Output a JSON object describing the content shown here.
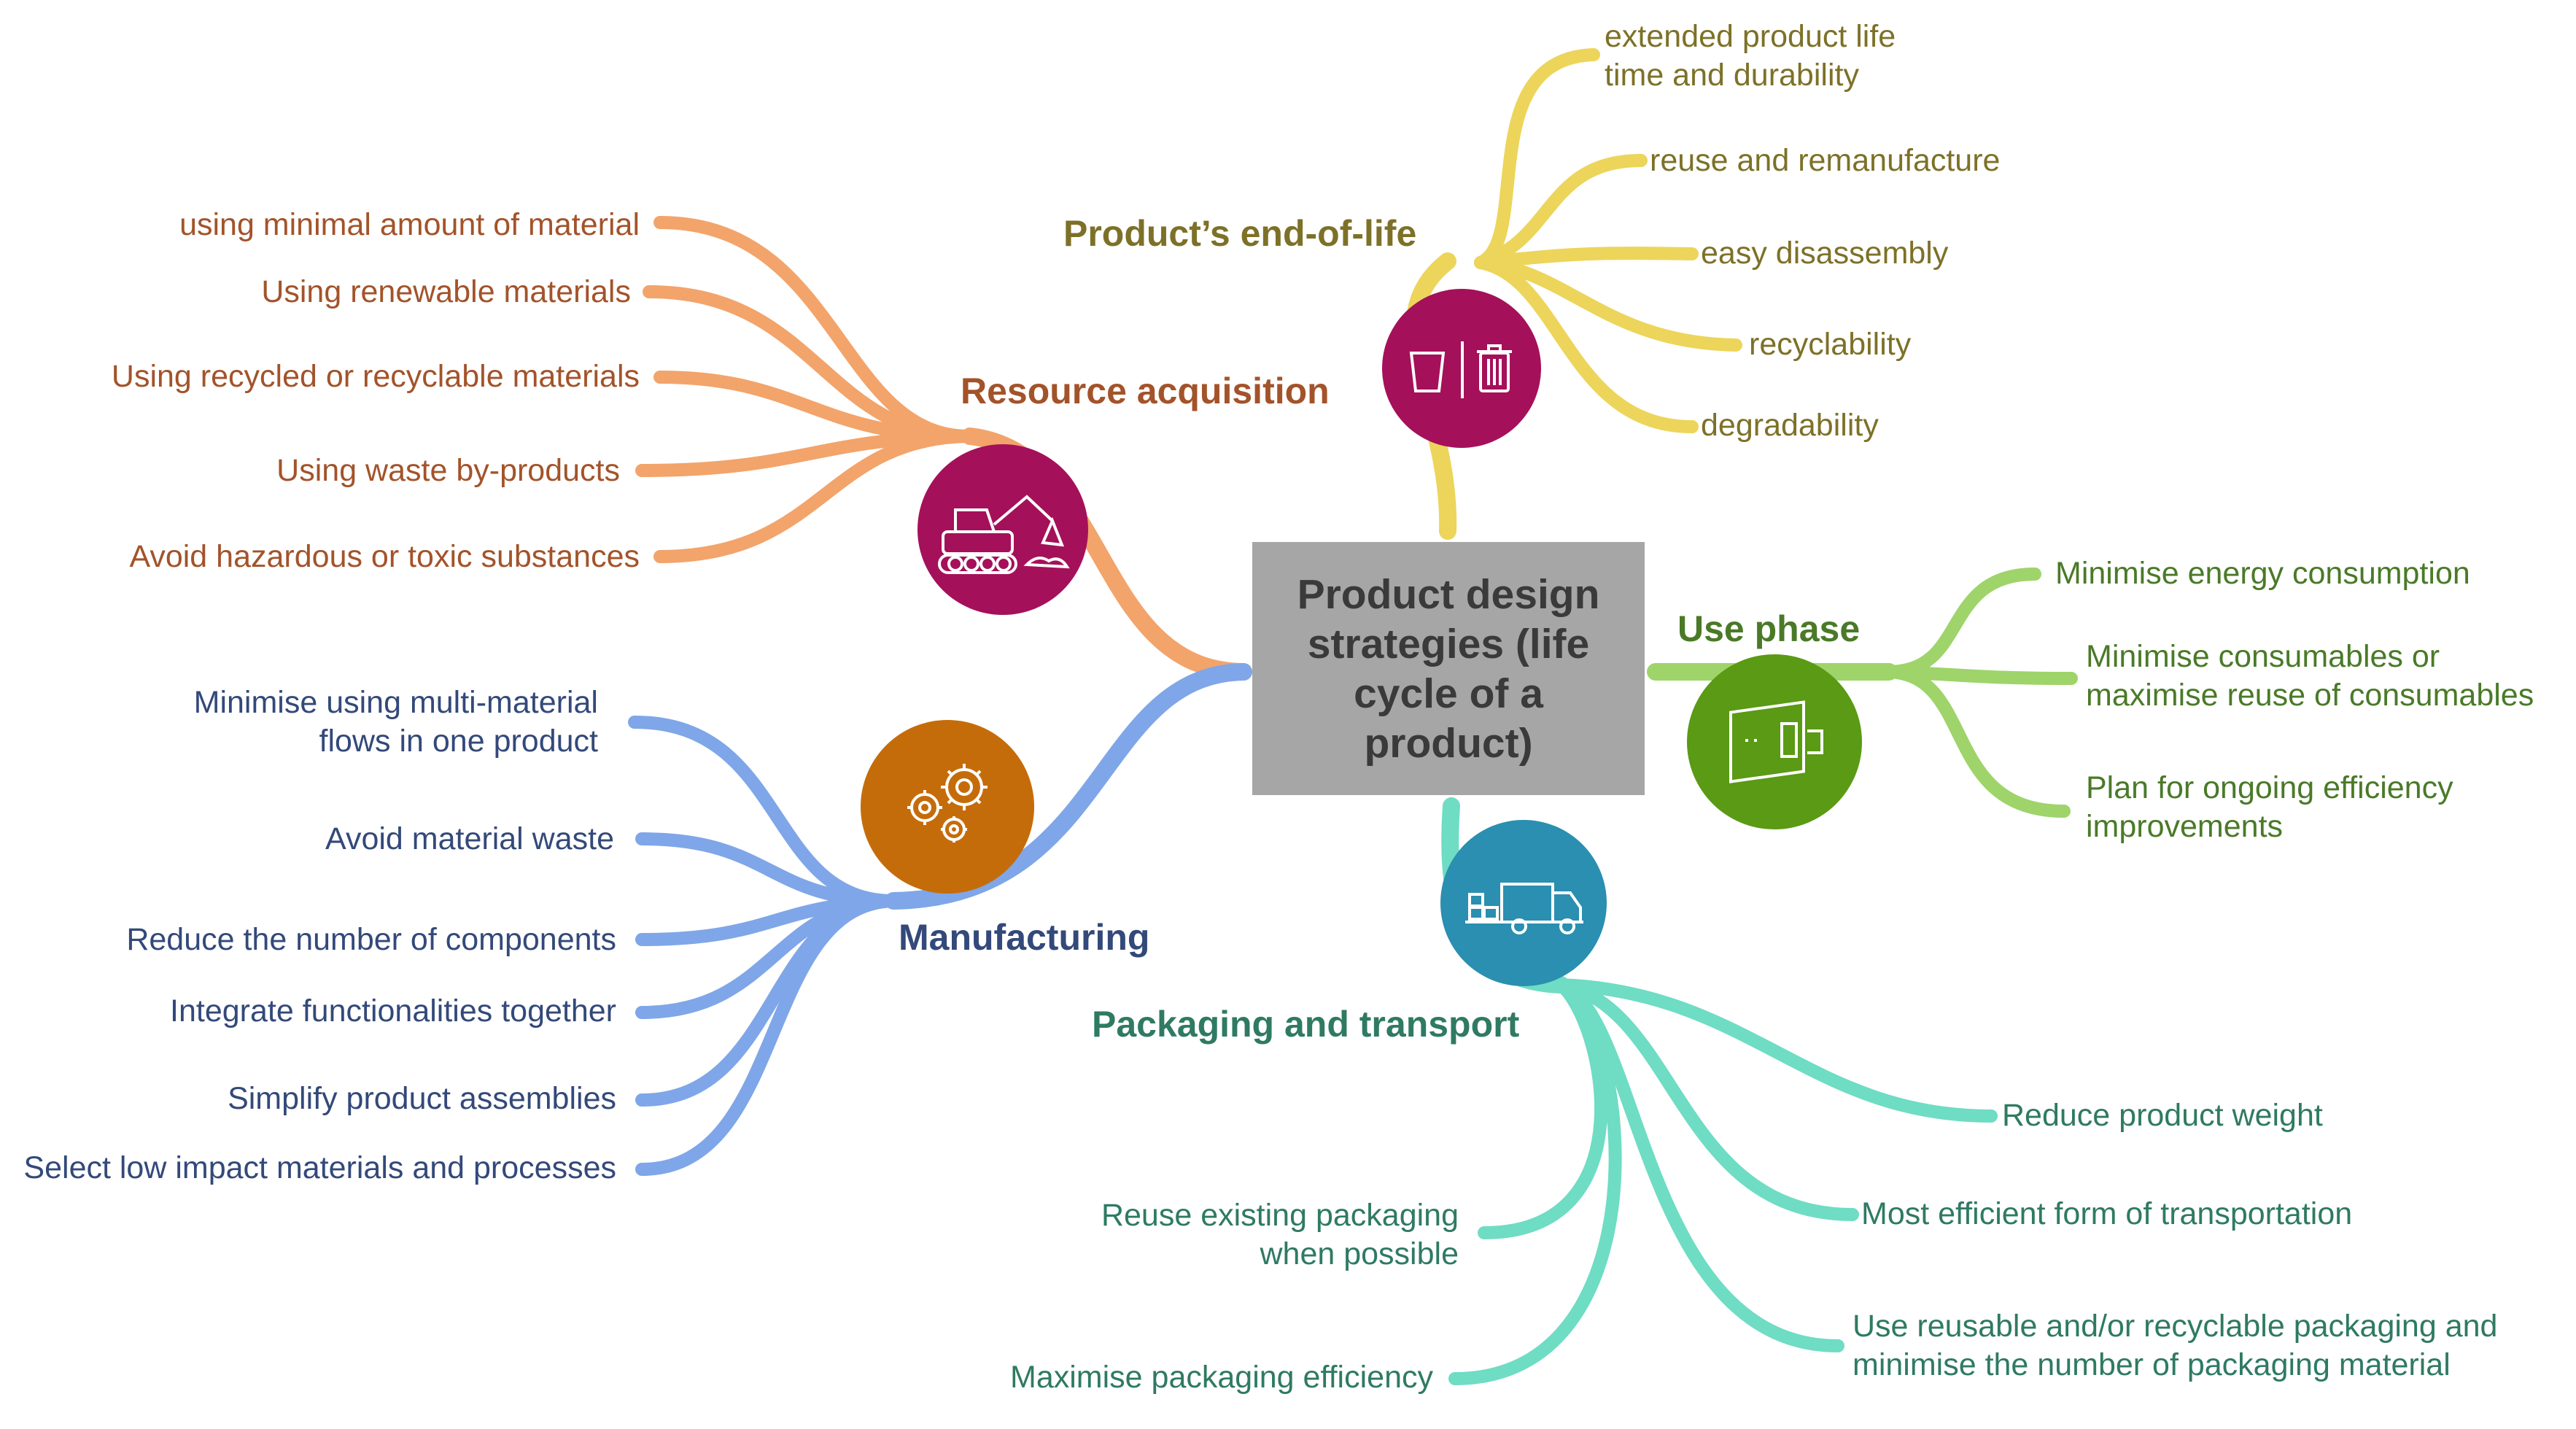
{
  "central_topic": "Product design strategies (life cycle of a product)",
  "colors": {
    "resource_branch": "#f2a46b",
    "resource_node": "#a5105a",
    "eol_branch": "#ecd55a",
    "eol_node": "#a5105a",
    "use_branch": "#9ed46a",
    "use_node": "#5a9a14",
    "manufacturing_branch": "#7fa6e8",
    "manufacturing_node": "#c56c0a",
    "packaging_branch": "#6fdcc4",
    "packaging_node": "#2a8fb0",
    "central_box": "#a6a6a6"
  },
  "branches": {
    "resource_acquisition": {
      "title": "Resource acquisition",
      "icon": "excavator-icon",
      "items": [
        "using minimal amount of material",
        "Using renewable materials",
        "Using recycled or recyclable materials",
        "Using waste by-products",
        "Avoid hazardous or toxic substances"
      ]
    },
    "end_of_life": {
      "title": "Product’s end-of-life",
      "icon": "recycle-bin-icon",
      "items": [
        "extended product life time and durability",
        "reuse and remanufacture",
        "easy disassembly",
        "recyclability",
        "degradability"
      ]
    },
    "use_phase": {
      "title": "Use phase",
      "icon": "power-socket-icon",
      "items": [
        "Minimise energy consumption",
        "Minimise consumables or maximise reuse of consumables",
        "Plan for ongoing efficiency improvements"
      ]
    },
    "manufacturing": {
      "title": "Manufacturing",
      "icon": "gears-icon",
      "items": [
        "Minimise using multi-material flows in one product",
        "Avoid material waste",
        "Reduce the number of components",
        "Integrate functionalities together",
        "Simplify product assemblies",
        "Select low impact materials and processes"
      ]
    },
    "packaging_transport": {
      "title": "Packaging and transport",
      "icon": "delivery-truck-icon",
      "items": [
        "Reduce product weight",
        "Most efficient form of transportation",
        "Use reusable and/or recyclable packaging and minimise the number of packaging material",
        "Reuse existing packaging when possible",
        "Maximise packaging efficiency"
      ]
    }
  }
}
